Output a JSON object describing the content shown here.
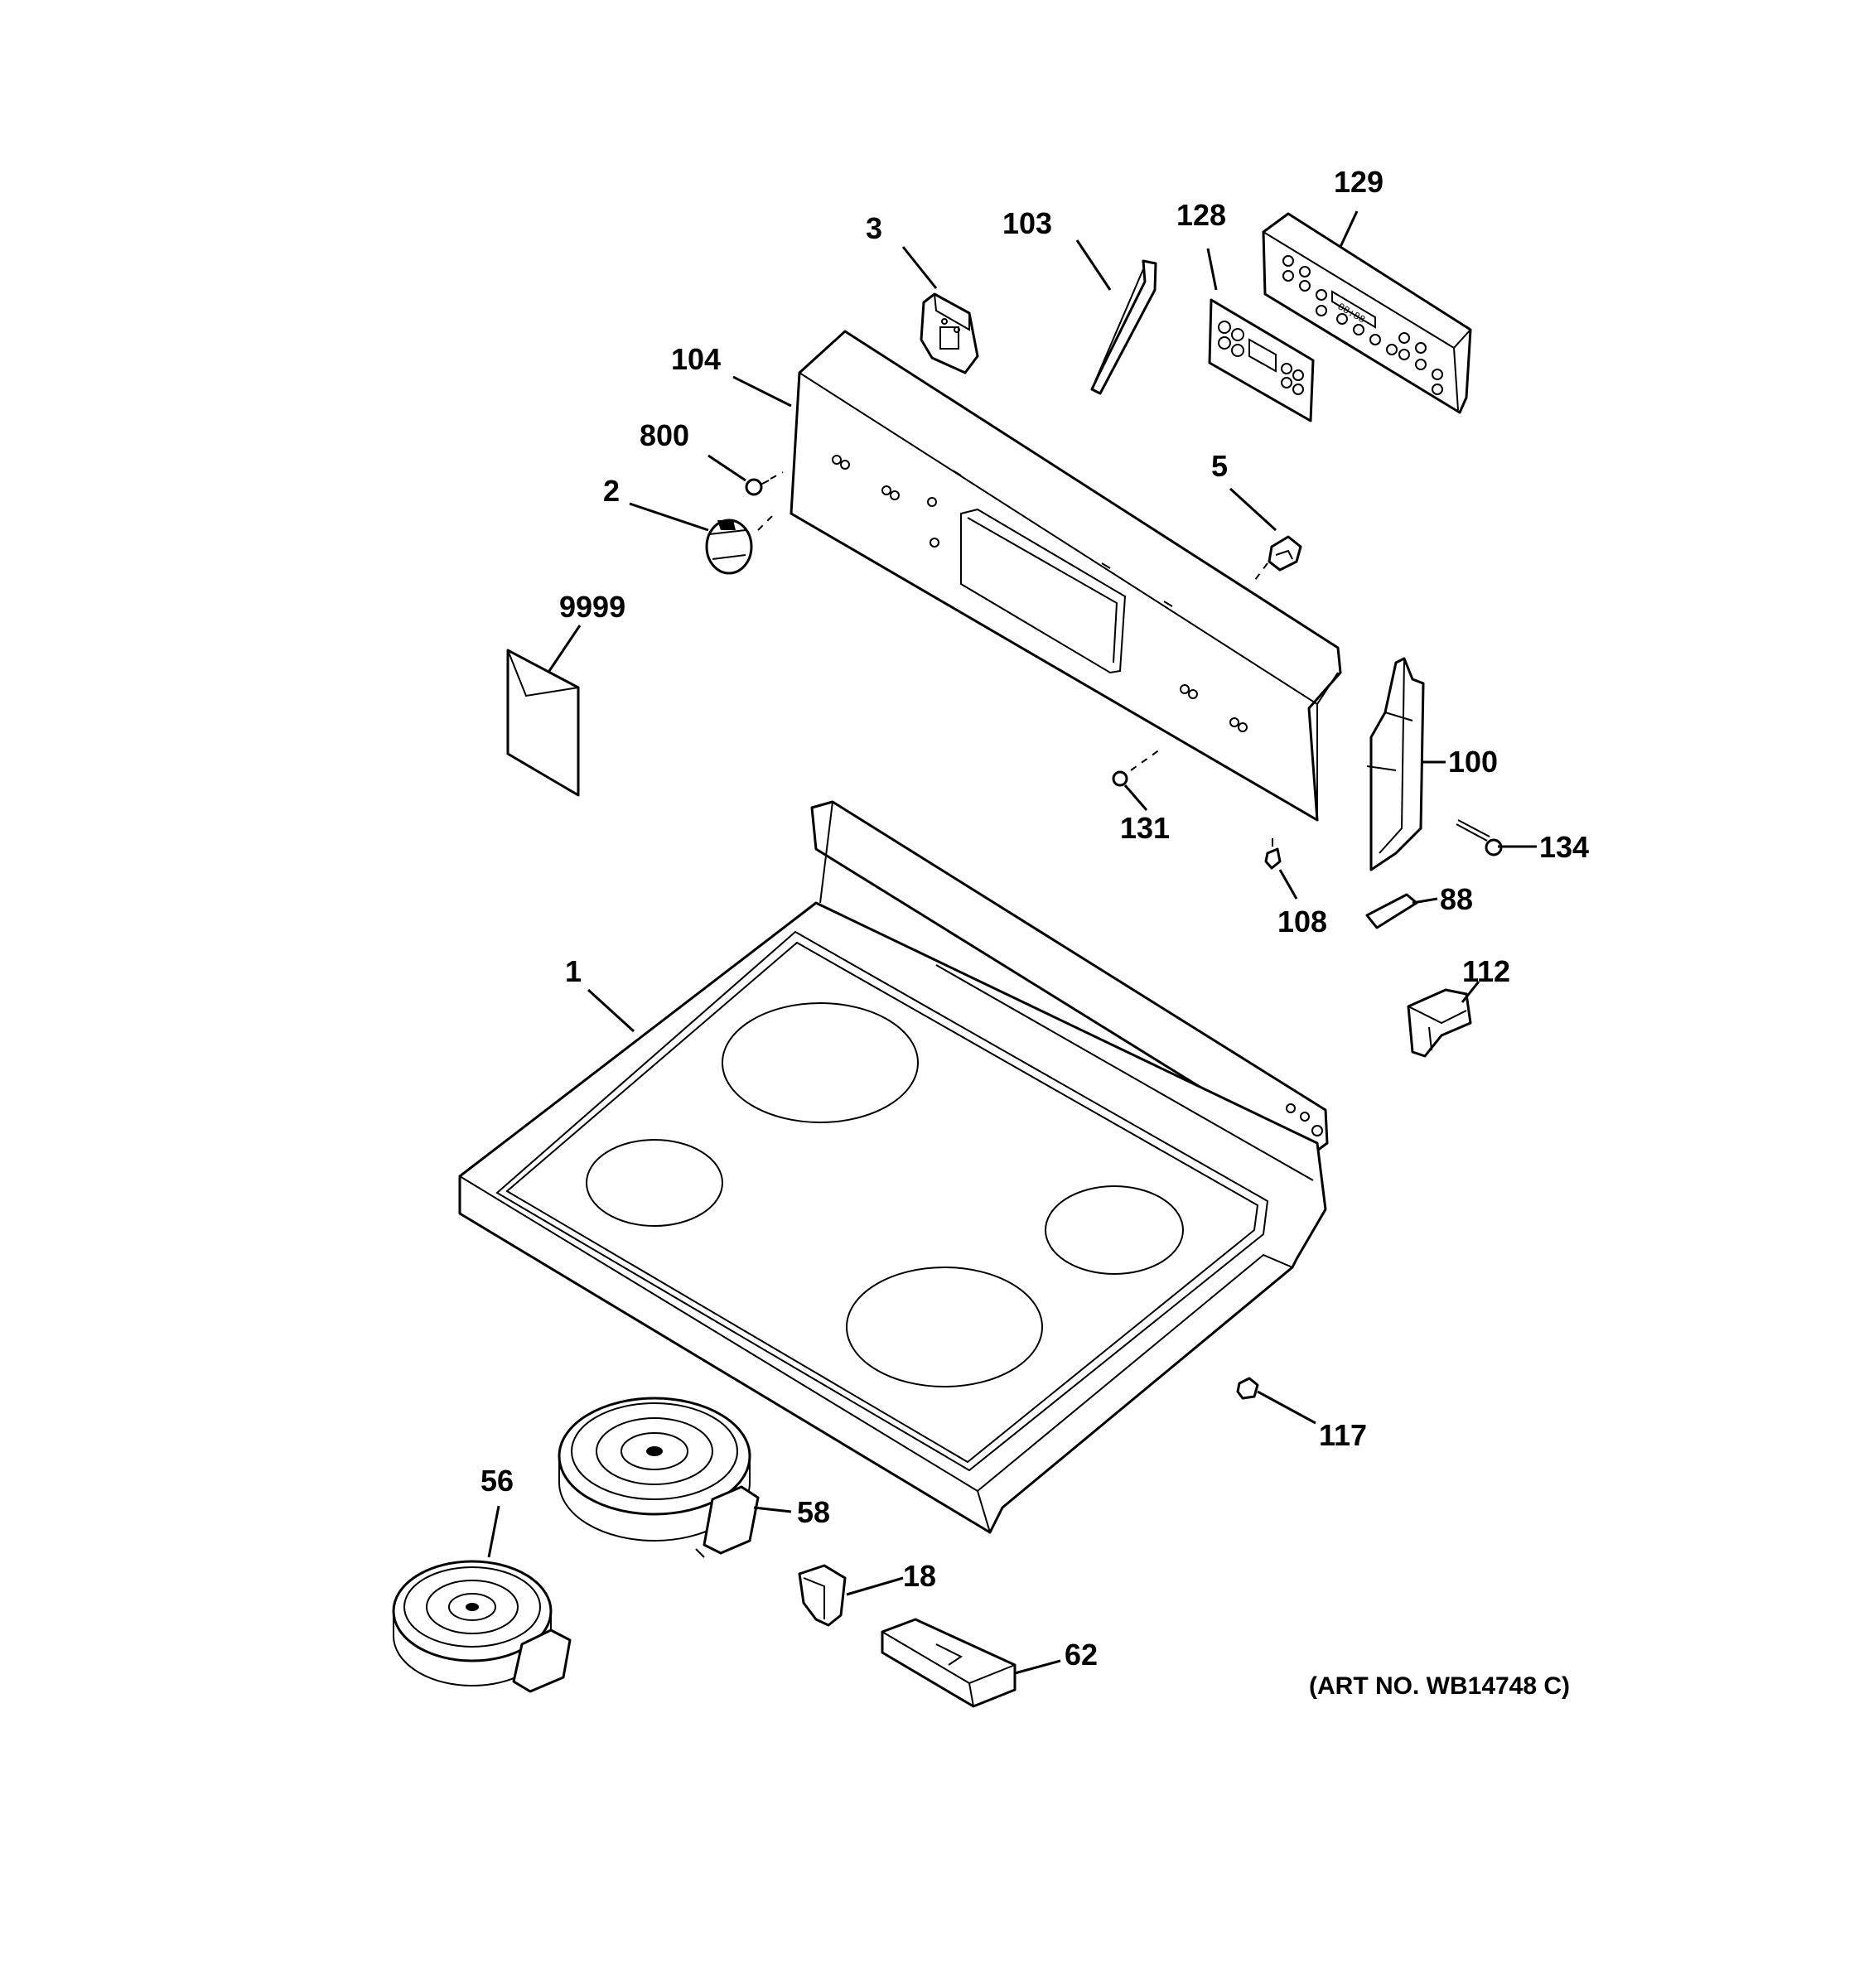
{
  "callouts": [
    {
      "id": "1",
      "text": "1"
    },
    {
      "id": "2",
      "text": "2"
    },
    {
      "id": "3",
      "text": "3"
    },
    {
      "id": "5",
      "text": "5"
    },
    {
      "id": "18",
      "text": "18"
    },
    {
      "id": "56",
      "text": "56"
    },
    {
      "id": "58",
      "text": "58"
    },
    {
      "id": "62",
      "text": "62"
    },
    {
      "id": "88",
      "text": "88"
    },
    {
      "id": "100",
      "text": "100"
    },
    {
      "id": "103",
      "text": "103"
    },
    {
      "id": "104",
      "text": "104"
    },
    {
      "id": "108",
      "text": "108"
    },
    {
      "id": "112",
      "text": "112"
    },
    {
      "id": "117",
      "text": "117"
    },
    {
      "id": "128",
      "text": "128"
    },
    {
      "id": "129",
      "text": "129"
    },
    {
      "id": "131",
      "text": "131"
    },
    {
      "id": "134",
      "text": "134"
    },
    {
      "id": "800",
      "text": "800"
    },
    {
      "id": "9999",
      "text": "9999"
    }
  ],
  "art_number": "(ART NO. WB14748 C)",
  "display_readout": "88:88"
}
